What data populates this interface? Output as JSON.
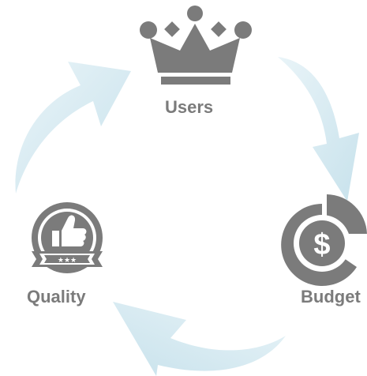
{
  "nodes": {
    "users": {
      "label": "Users",
      "icon": "crown-icon"
    },
    "budget": {
      "label": "Budget",
      "icon": "dollar-pie-chart-icon"
    },
    "quality": {
      "label": "Quality",
      "icon": "thumbs-up-badge-icon"
    }
  },
  "colors": {
    "arrow": "#cfe6ee",
    "arrow_light": "#e8f3f7",
    "icon": "#7b7b7b",
    "label": "#7b7b7b"
  }
}
